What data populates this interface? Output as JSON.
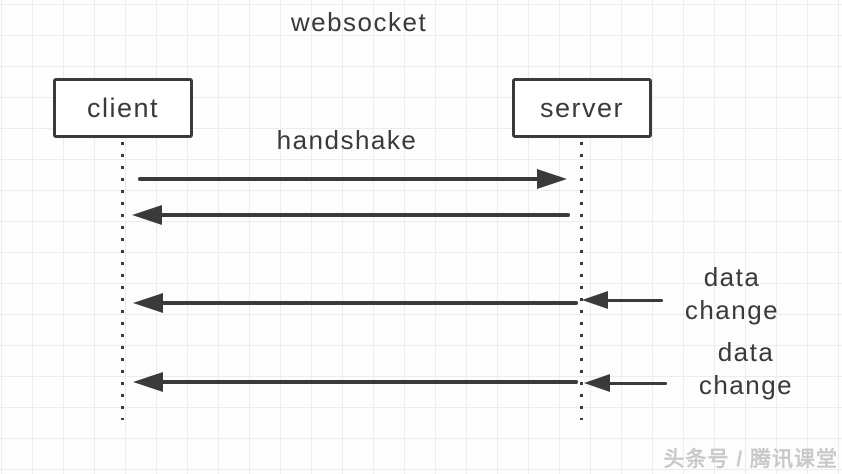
{
  "diagram": {
    "type": "sequence-diagram",
    "title": "websocket",
    "actors": [
      {
        "id": "client",
        "label": "client"
      },
      {
        "id": "server",
        "label": "server"
      }
    ],
    "labels": {
      "handshake": "handshake",
      "data_change_1": {
        "line1": "data",
        "line2": "change"
      },
      "data_change_2": {
        "line1": "data",
        "line2": "change"
      }
    },
    "messages": [
      {
        "id": "handshake-request",
        "from": "client",
        "to": "server",
        "label": "handshake"
      },
      {
        "id": "handshake-response",
        "from": "server",
        "to": "client",
        "label": "handshake"
      },
      {
        "id": "data-change-1",
        "from": "server",
        "to": "client",
        "label": "data change"
      },
      {
        "id": "data-change-2",
        "from": "server",
        "to": "client",
        "label": "data change"
      }
    ],
    "watermark": "头条号 / 腾讯课堂",
    "colors": {
      "stroke": "#3a3a3a",
      "grid": "#ececec",
      "background": "#fdfdfd",
      "box_fill": "#ffffff",
      "watermark": "#c9c9c9"
    }
  }
}
